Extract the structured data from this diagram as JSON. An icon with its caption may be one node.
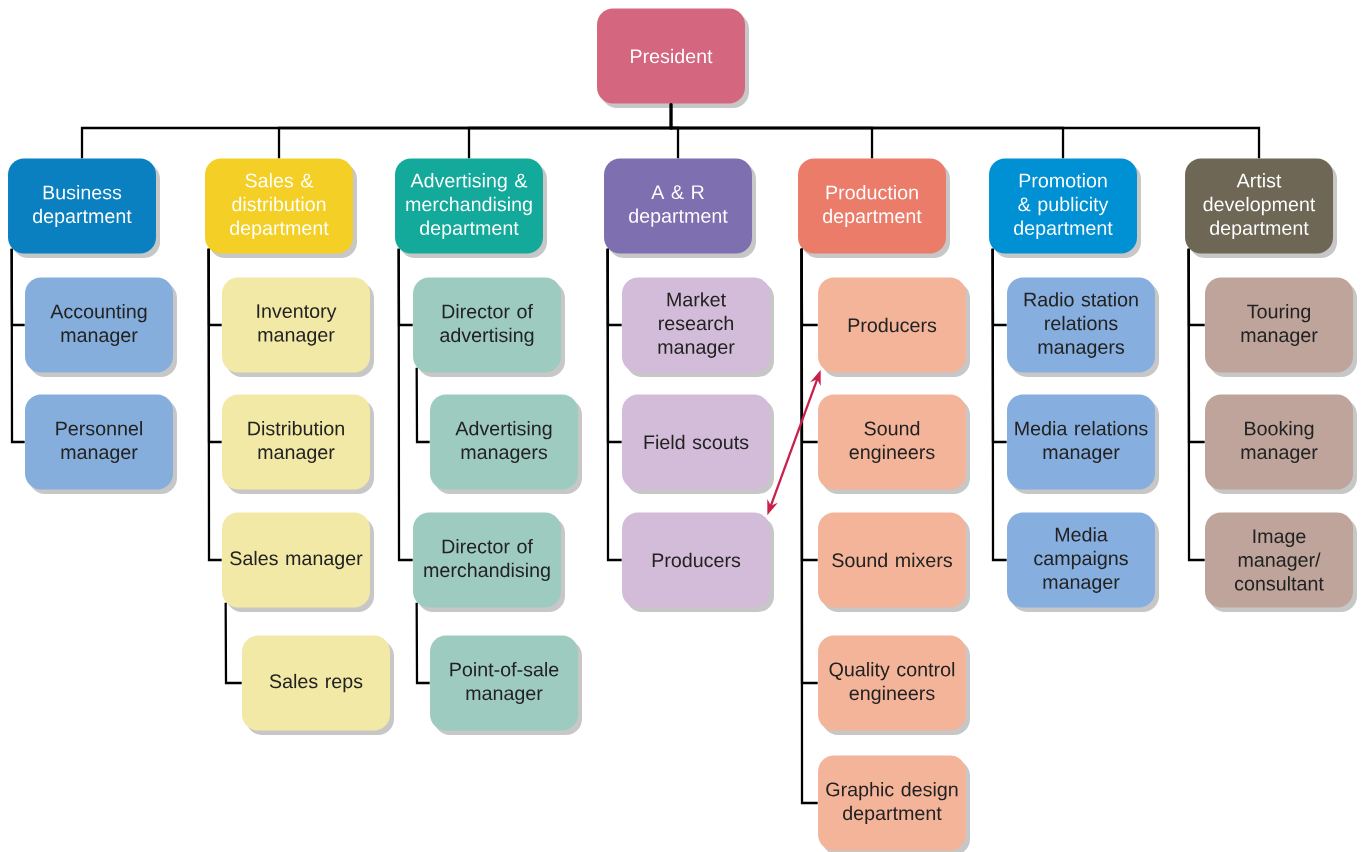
{
  "diagram": {
    "nodes": [
      {
        "text": [
          "President"
        ]
      },
      {
        "text": [
          "Business department"
        ]
      },
      {
        "text": [
          "Sales & distribution department"
        ]
      },
      {
        "text": [
          "Advertising & merchandising department"
        ]
      },
      {
        "text": [
          "A & R department"
        ]
      },
      {
        "text": [
          "Production department"
        ]
      },
      {
        "text": [
          "Promotion & publicity department"
        ]
      },
      {
        "text": [
          "Artist development department"
        ]
      },
      {
        "text": [
          "Accounting manager"
        ]
      },
      {
        "text": [
          "Personnel manager"
        ]
      },
      {
        "text": [
          "Inventory manager"
        ]
      },
      {
        "text": [
          "Distribution manager"
        ]
      },
      {
        "text": [
          "Sales manager"
        ]
      },
      {
        "text": [
          "Sales reps"
        ]
      },
      {
        "text": [
          "Director of advertising"
        ]
      },
      {
        "text": [
          "Advertising managers"
        ]
      },
      {
        "text": [
          "Director of merchandising"
        ]
      },
      {
        "text": [
          "Point-of-sale manager"
        ]
      },
      {
        "text": [
          "Market research manager"
        ]
      },
      {
        "text": [
          "Field scouts"
        ]
      },
      {
        "text": [
          "Producers"
        ]
      },
      {
        "text": [
          "Producers"
        ]
      },
      {
        "text": [
          "Sound engineers"
        ]
      },
      {
        "text": [
          "Sound mixers"
        ]
      },
      {
        "text": [
          "Quality control engineers"
        ]
      },
      {
        "text": [
          "Graphic design department"
        ]
      },
      {
        "text": [
          "Radio station relations managers"
        ]
      },
      {
        "text": [
          "Media relations manager"
        ]
      },
      {
        "text": [
          "Media campaigns manager"
        ]
      },
      {
        "text": [
          "Touring manager"
        ]
      },
      {
        "text": [
          "Booking manager"
        ]
      },
      {
        "text": [
          "Image manager/ consultant"
        ]
      }
    ],
    "edges": [
      {
        "from": 0,
        "to": 1,
        "arrow": "none"
      },
      {
        "from": 0,
        "to": 2,
        "arrow": "none"
      },
      {
        "from": 0,
        "to": 3,
        "arrow": "none"
      },
      {
        "from": 0,
        "to": 4,
        "arrow": "none"
      },
      {
        "from": 0,
        "to": 5,
        "arrow": "none"
      },
      {
        "from": 0,
        "to": 6,
        "arrow": "none"
      },
      {
        "from": 0,
        "to": 7,
        "arrow": "none"
      },
      {
        "from": 1,
        "to": 8,
        "arrow": "none"
      },
      {
        "from": 1,
        "to": 9,
        "arrow": "none"
      },
      {
        "from": 2,
        "to": 10,
        "arrow": "none"
      },
      {
        "from": 2,
        "to": 11,
        "arrow": "none"
      },
      {
        "from": 2,
        "to": 12,
        "arrow": "none"
      },
      {
        "from": 12,
        "to": 13,
        "arrow": "none"
      },
      {
        "from": 3,
        "to": 14,
        "arrow": "none"
      },
      {
        "from": 14,
        "to": 15,
        "arrow": "none"
      },
      {
        "from": 3,
        "to": 16,
        "arrow": "none"
      },
      {
        "from": 16,
        "to": 17,
        "arrow": "none"
      },
      {
        "from": 4,
        "to": 18,
        "arrow": "none"
      },
      {
        "from": 4,
        "to": 19,
        "arrow": "none"
      },
      {
        "from": 4,
        "to": 20,
        "arrow": "none"
      },
      {
        "from": 5,
        "to": 21,
        "arrow": "none"
      },
      {
        "from": 5,
        "to": 22,
        "arrow": "none"
      },
      {
        "from": 5,
        "to": 23,
        "arrow": "none"
      },
      {
        "from": 5,
        "to": 24,
        "arrow": "none"
      },
      {
        "from": 5,
        "to": 25,
        "arrow": "none"
      },
      {
        "from": 6,
        "to": 26,
        "arrow": "none"
      },
      {
        "from": 6,
        "to": 27,
        "arrow": "none"
      },
      {
        "from": 6,
        "to": 28,
        "arrow": "none"
      },
      {
        "from": 7,
        "to": 29,
        "arrow": "none"
      },
      {
        "from": 7,
        "to": 30,
        "arrow": "none"
      },
      {
        "from": 7,
        "to": 31,
        "arrow": "none"
      },
      {
        "from": 20,
        "to": 21,
        "arrow": "both",
        "color": "#c8204a"
      }
    ]
  }
}
